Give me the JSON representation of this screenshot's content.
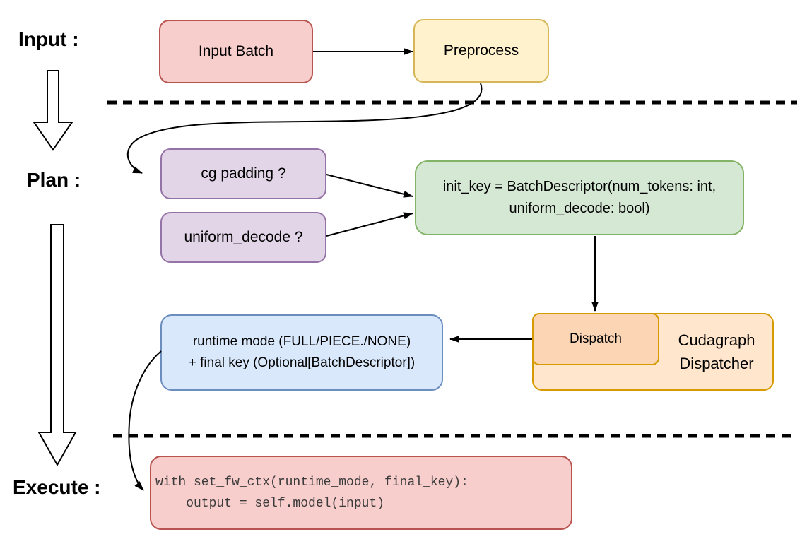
{
  "stages": {
    "input_label": "Input :",
    "plan_label": "Plan :",
    "execute_label": "Execute :"
  },
  "nodes": {
    "input_batch": "Input Batch",
    "preprocess": "Preprocess",
    "cg_padding": "cg padding ?",
    "uniform_decode": "uniform_decode ?",
    "init_key_line1": "init_key = BatchDescriptor(num_tokens: int,",
    "init_key_line2": "uniform_decode: bool)",
    "dispatch": "Dispatch",
    "dispatcher_line1": "Cudagraph",
    "dispatcher_line2": "Dispatcher",
    "runtime_line1": "runtime mode (FULL/PIECE./NONE)",
    "runtime_line2": "+ final key (Optional[BatchDescriptor])",
    "code_line1": "with set_fw_ctx(runtime_mode, final_key):",
    "code_line2": "    output = self.model(input)"
  },
  "colors": {
    "red_fill": "#f8cecc",
    "red_stroke": "#b85450",
    "yellow_fill": "#fff2cc",
    "yellow_stroke": "#d6b656",
    "purple_fill": "#e1d5e7",
    "purple_stroke": "#9673a6",
    "green_fill": "#d5e8d4",
    "green_stroke": "#82b366",
    "blue_fill": "#dae8fc",
    "blue_stroke": "#6c8ebf",
    "orange_fill": "#ffe6cc",
    "orange_fill_dark": "#fbd5b4",
    "orange_stroke": "#d79b00",
    "connector": "#000000",
    "code_text": "#3b3b3b"
  }
}
